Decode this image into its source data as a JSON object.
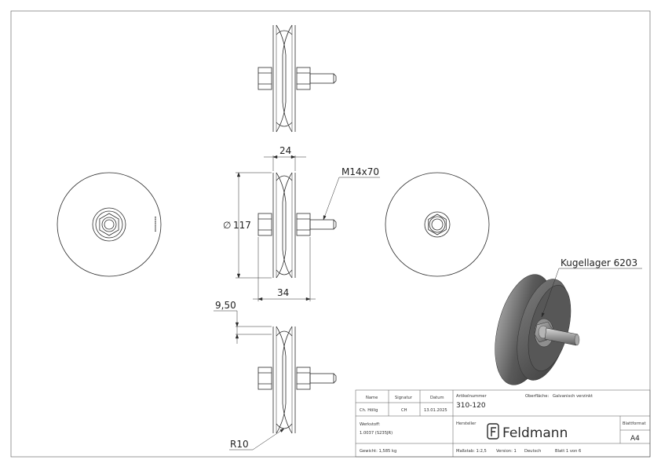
{
  "dimensions": {
    "width_hub": "24",
    "diameter": "117",
    "diameter_symbol": "∅",
    "thread": "M14x70",
    "width_total": "34",
    "groove_depth": "9,50",
    "radius": "R10",
    "bearing": "Kugellager 6203"
  },
  "title_block": {
    "name_header": "Name",
    "signature_header": "Signatur",
    "date_header": "Datum",
    "name_value": "Ch. Hölig",
    "signature_value": "CH",
    "date_value": "13.01.2025",
    "article_label": "Artikelnummer",
    "article_value": "310-120",
    "surface_label": "Oberfläche:",
    "surface_value": "Galvanisch verzinkt",
    "material_label": "Werkstoff:",
    "material_value": "1.0037 (S235JR)",
    "manufacturer_label": "Hersteller",
    "manufacturer_value": "Feldmann",
    "sheet_format_label": "Blattformat",
    "sheet_format_value": "A4",
    "weight": "Gewicht: 1,585 kg",
    "scale": "Maßstab: 1:2,5",
    "version": "Version: 1",
    "language": "Deutsch",
    "sheet_number": "Blatt 1 von 6"
  },
  "colors": {
    "line": "#2b2b2b",
    "wheel_dark": "#4a4a4a",
    "wheel_mid": "#8a8a8a",
    "wheel_light": "#c8c8c8"
  }
}
